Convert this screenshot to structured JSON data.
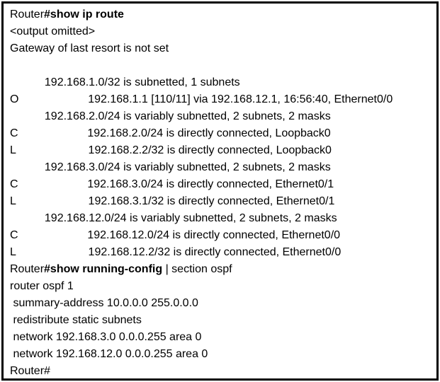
{
  "colors": {
    "text": "#000000",
    "background": "#ffffff",
    "border": "#000000"
  },
  "terminal": {
    "lines": [
      {
        "pre": "Router",
        "bold": "#show ip route",
        "post": ""
      },
      {
        "pre": "<output omitted>",
        "bold": "",
        "post": ""
      },
      {
        "pre": "Gateway of last resort is not set",
        "bold": "",
        "post": ""
      },
      {
        "pre": "",
        "bold": "",
        "post": ""
      },
      {
        "pre": "           192.168.1.0/32 is subnetted, 1 subnets",
        "bold": "",
        "post": ""
      },
      {
        "pre": "O                      192.168.1.1 [110/11] via 192.168.12.1, 16:56:40, Ethernet0/0",
        "bold": "",
        "post": ""
      },
      {
        "pre": "           192.168.2.0/24 is variably subnetted, 2 subnets, 2 masks",
        "bold": "",
        "post": ""
      },
      {
        "pre": "C                      192.168.2.0/24 is directly connected, Loopback0",
        "bold": "",
        "post": ""
      },
      {
        "pre": "L                       192.168.2.2/32 is directly connected, Loopback0",
        "bold": "",
        "post": ""
      },
      {
        "pre": "           192.168.3.0/24 is variably subnetted, 2 subnets, 2 masks",
        "bold": "",
        "post": ""
      },
      {
        "pre": "C                      192.168.3.0/24 is directly connected, Ethernet0/1",
        "bold": "",
        "post": ""
      },
      {
        "pre": "L                       192.168.3.1/32 is directly connected, Ethernet0/1",
        "bold": "",
        "post": ""
      },
      {
        "pre": "           192.168.12.0/24 is variably subnetted, 2 subnets, 2 masks",
        "bold": "",
        "post": ""
      },
      {
        "pre": "C                      192.168.12.0/24 is directly connected, Ethernet0/0",
        "bold": "",
        "post": ""
      },
      {
        "pre": "L                       192.168.12.2/32 is directly connected, Ethernet0/0",
        "bold": "",
        "post": ""
      },
      {
        "pre": "Router",
        "bold": "#show running-config",
        "post": " | section ospf"
      },
      {
        "pre": "router ospf 1",
        "bold": "",
        "post": ""
      },
      {
        "pre": " summary-address 10.0.0.0 255.0.0.0",
        "bold": "",
        "post": ""
      },
      {
        "pre": " redistribute static subnets",
        "bold": "",
        "post": ""
      },
      {
        "pre": " network 192.168.3.0 0.0.0.255 area 0",
        "bold": "",
        "post": ""
      },
      {
        "pre": " network 192.168.12.0 0.0.0.255 area 0",
        "bold": "",
        "post": ""
      },
      {
        "pre": "Router#",
        "bold": "",
        "post": ""
      }
    ]
  }
}
